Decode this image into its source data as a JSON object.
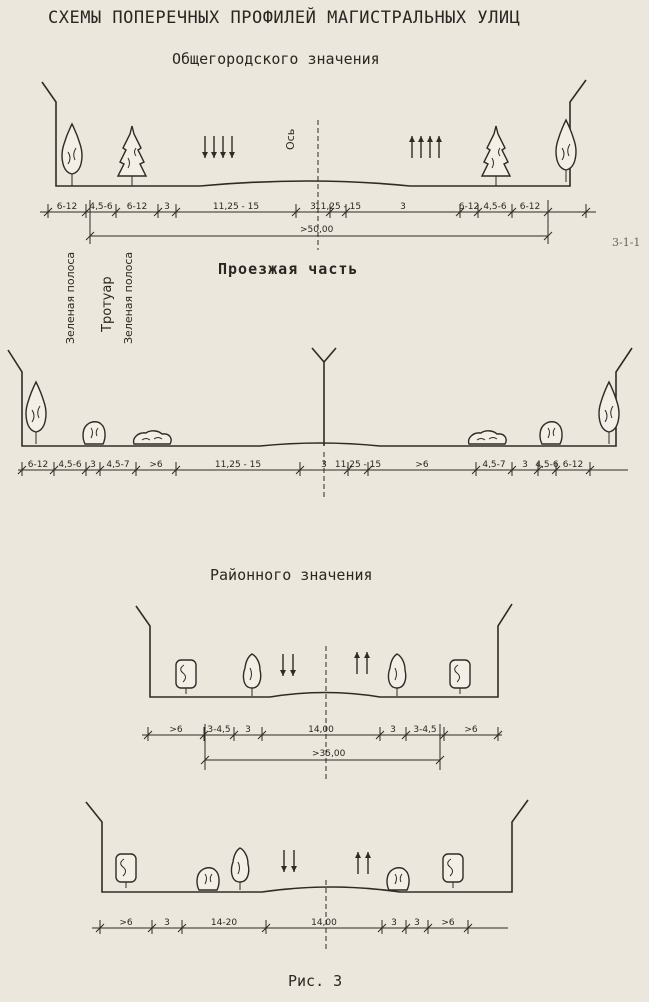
{
  "title": "СХЕМЫ ПОПЕРЕЧНЫХ ПРОФИЛЕЙ МАГИСТРАЛЬНЫХ УЛИЦ",
  "section1": {
    "heading": "Общегородского значения",
    "axis_label": "Ось",
    "dims": [
      "6-12",
      "4,5-6",
      "6-12",
      "3",
      "11,25 - 15",
      "3",
      "11,25 - 15",
      "3",
      "6-12",
      "4,5-6",
      "6-12"
    ],
    "total": ">50,00"
  },
  "labels": {
    "carriageway": "Проезжая часть",
    "green_strip": "Зеленая полоса",
    "sidewalk": "Тротуар",
    "green_strip2": "Зеленая полоса"
  },
  "section2": {
    "dims": [
      "6-12",
      "4,5-6",
      "3",
      "4,5-7",
      ">6",
      "11,25 - 15",
      "3",
      "11,25 - 15",
      ">6",
      "4,5-7",
      "3",
      "4,5-6",
      "6-12"
    ]
  },
  "section3": {
    "heading": "Районного значения",
    "dims": [
      ">6",
      "3-4,5",
      "3",
      "14,00",
      "3",
      "3-4,5",
      ">6"
    ],
    "total": ">35,00"
  },
  "section4": {
    "dims": [
      ">6",
      "3",
      "14-20",
      "14,00",
      "3",
      "3",
      ">6"
    ]
  },
  "caption": "Рис. 3",
  "margin_note": "3-1-1"
}
